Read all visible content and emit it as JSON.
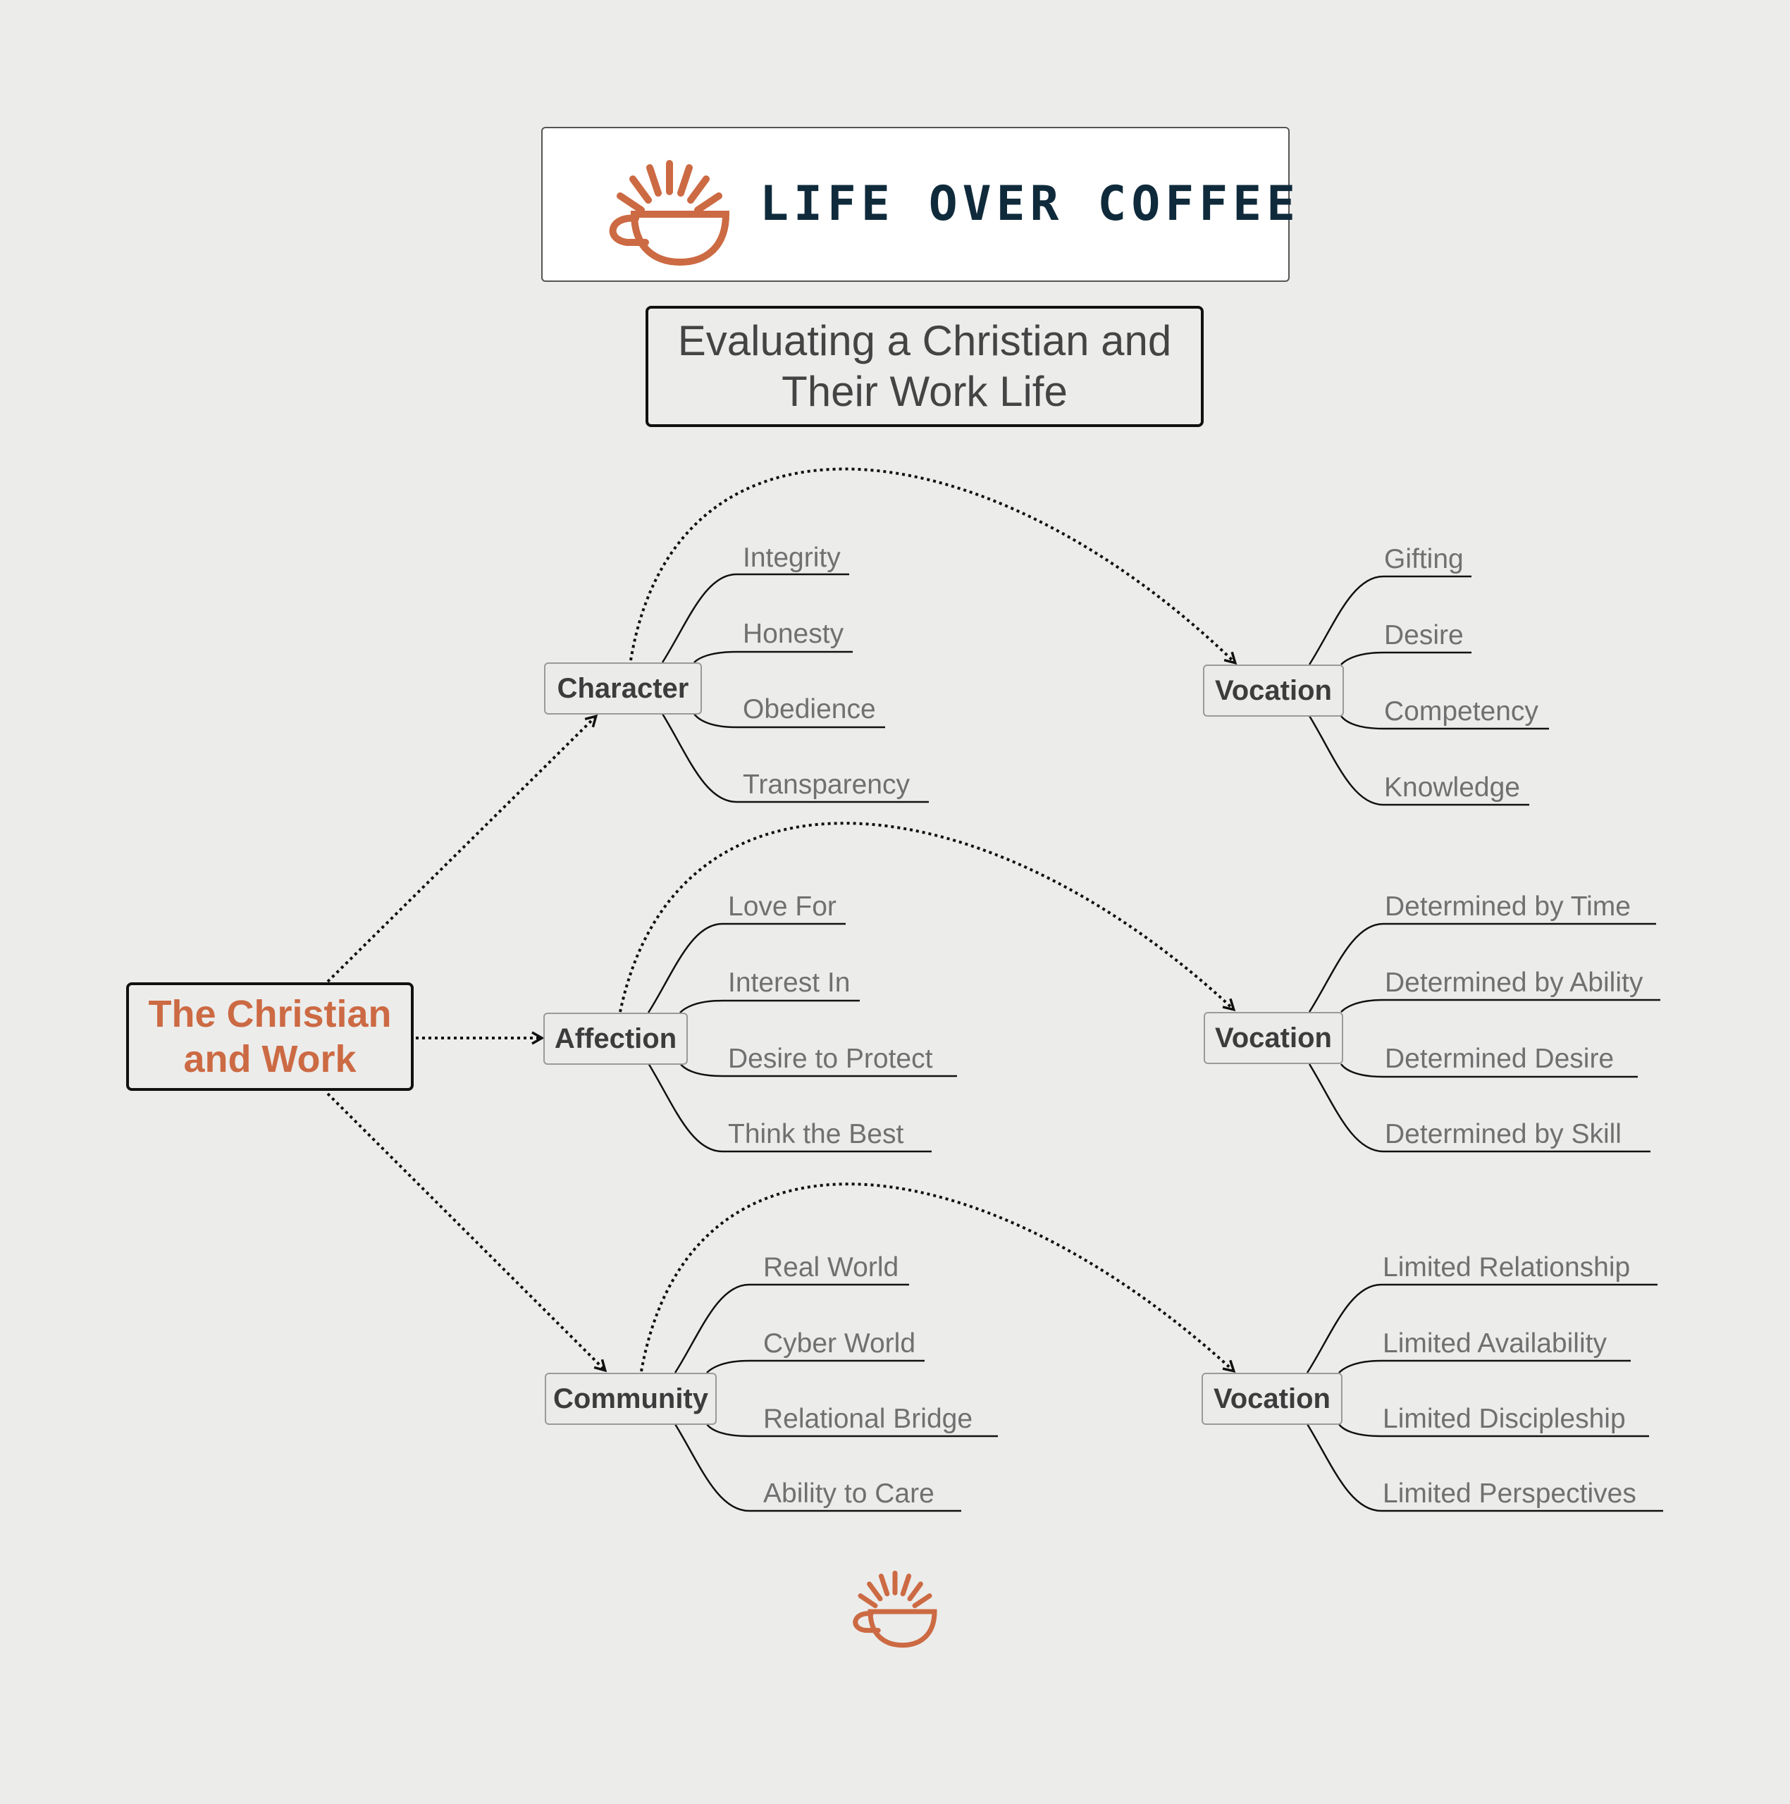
{
  "brand": {
    "name": "LIFE OVER COFFEE",
    "icon": "coffee-cup-sunrise-icon",
    "accent_color": "#cc6a43",
    "text_color": "#0f2a3b"
  },
  "title": {
    "line1": "Evaluating a Christian and",
    "line2": "Their Work Life"
  },
  "root": {
    "line1": "The Christian",
    "line2": "and Work"
  },
  "branches": [
    {
      "label": "Character",
      "leaves": [
        "Integrity",
        "Honesty",
        "Obedience",
        "Transparency"
      ],
      "vocation": {
        "label": "Vocation",
        "leaves": [
          "Gifting",
          "Desire",
          "Competency",
          "Knowledge"
        ]
      }
    },
    {
      "label": "Affection",
      "leaves": [
        "Love For",
        "Interest In",
        "Desire to Protect",
        "Think the Best"
      ],
      "vocation": {
        "label": "Vocation",
        "leaves": [
          "Determined by Time",
          "Determined by Ability",
          "Determined Desire",
          "Determined by Skill"
        ]
      }
    },
    {
      "label": "Community",
      "leaves": [
        "Real World",
        "Cyber World",
        "Relational Bridge",
        "Ability to Care"
      ],
      "vocation": {
        "label": "Vocation",
        "leaves": [
          "Limited Relationship",
          "Limited Availability",
          "Limited Discipleship",
          "Limited Perspectives"
        ]
      }
    }
  ]
}
